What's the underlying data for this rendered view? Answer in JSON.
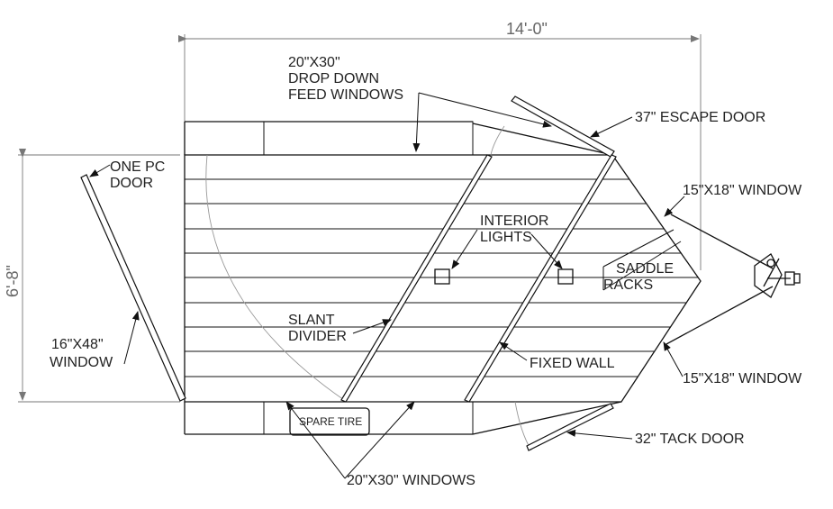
{
  "dimensions": {
    "length": "14'-0\"",
    "width": "6'-8\""
  },
  "labels": {
    "feed_windows": [
      "20\"X30\"",
      "DROP DOWN",
      "FEED WINDOWS"
    ],
    "escape_door": "37\" ESCAPE DOOR",
    "one_pc_door": [
      "ONE PC",
      "DOOR"
    ],
    "window_front_top": "15\"X18\" WINDOW",
    "interior_lights": [
      "INTERIOR",
      "LIGHTS"
    ],
    "saddle_racks": [
      "SADDLE",
      "RACKS"
    ],
    "slant_divider": [
      "SLANT",
      "DIVIDER"
    ],
    "window_rear": [
      "16\"X48\"",
      "WINDOW"
    ],
    "fixed_wall": "FIXED WALL",
    "window_front_bottom": "15\"X18\" WINDOW",
    "spare_tire": "SPARE TIRE",
    "tack_door": "32\" TACK DOOR",
    "side_windows": "20\"X30\" WINDOWS"
  }
}
